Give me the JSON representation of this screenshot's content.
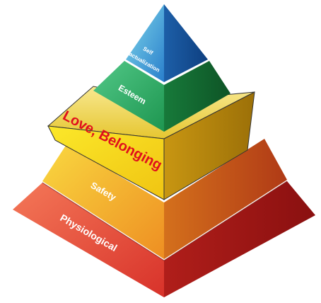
{
  "pyramid": {
    "levels": [
      {
        "id": "physiological",
        "label": "Physiological",
        "color": "#e23a2c"
      },
      {
        "id": "safety",
        "label": "Safety",
        "color": "#f0b020"
      },
      {
        "id": "love-belonging",
        "label": "Love, Belonging",
        "color": "#f7dc16",
        "label_color": "#e0101c"
      },
      {
        "id": "esteem",
        "label": "Esteem",
        "color": "#23a35a"
      },
      {
        "id": "self-actualization",
        "label_line1": "Self",
        "label_line2": "actualization",
        "color": "#2c8ed4"
      }
    ]
  }
}
